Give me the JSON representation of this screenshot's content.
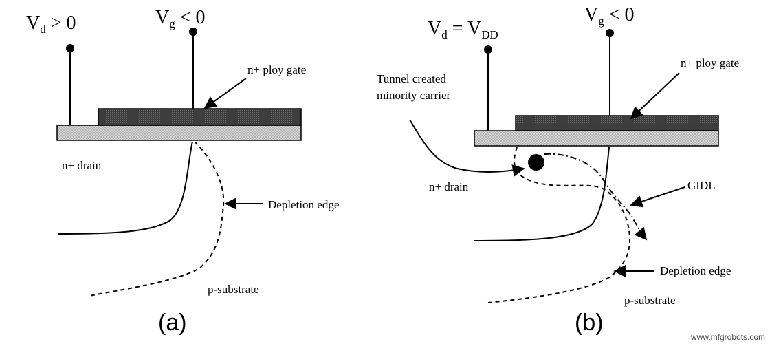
{
  "panel_a": {
    "caption": "(a)",
    "drain_voltage": {
      "symbol": "V",
      "subscript": "d",
      "rest": " > 0"
    },
    "gate_voltage": {
      "symbol": "V",
      "subscript": "g",
      "rest": " < 0"
    },
    "gate_label": "n+ ploy gate",
    "drain_label": "n+ drain",
    "depletion_label": "Depletion edge",
    "substrate_label": "p-substrate"
  },
  "panel_b": {
    "caption": "(b)",
    "drain_voltage": {
      "symbol": "V",
      "subscript": "d",
      "equals": " = V",
      "subscript2": "DD"
    },
    "gate_voltage": {
      "symbol": "V",
      "subscript": "g",
      "rest": " < 0"
    },
    "gate_label": "n+ ploy gate",
    "tunnel_label_line1": "Tunnel created",
    "tunnel_label_line2": "minority carrier",
    "drain_label": "n+ drain",
    "gidl_label": "GIDL",
    "depletion_label": "Depletion edge",
    "substrate_label": "p-substrate"
  },
  "watermark": "www.mfgrobots.com"
}
